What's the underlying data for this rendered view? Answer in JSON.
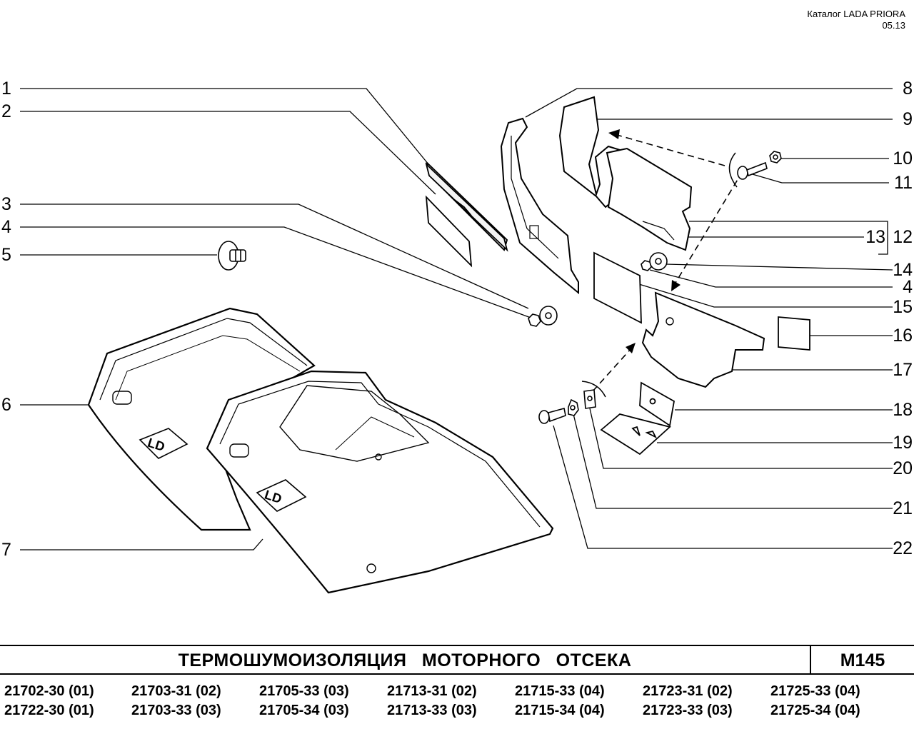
{
  "header": {
    "catalog": "Каталог  LADA  PRIORA",
    "date": "05.13"
  },
  "callouts_left": [
    "1",
    "2",
    "3",
    "4",
    "5",
    "6",
    "7"
  ],
  "callouts_right": [
    "8",
    "9",
    "10",
    "11",
    "13",
    "12",
    "14",
    "4",
    "15",
    "16",
    "17",
    "18",
    "19",
    "20",
    "21",
    "22"
  ],
  "hood_stamp": "LD",
  "title": "ТЕРМОШУМОИЗОЛЯЦИЯ   МОТОРНОГО   ОТСЕКА",
  "page_code": "M145",
  "models": [
    [
      "21702-30 (01)",
      "21703-31 (02)",
      "21705-33 (03)",
      "21713-31 (02)",
      "21715-33 (04)",
      "21723-31 (02)",
      "21725-33 (04)"
    ],
    [
      "21722-30 (01)",
      "21703-33 (03)",
      "21705-34 (03)",
      "21713-33 (03)",
      "21715-34 (04)",
      "21723-33 (03)",
      "21725-34 (04)"
    ]
  ]
}
